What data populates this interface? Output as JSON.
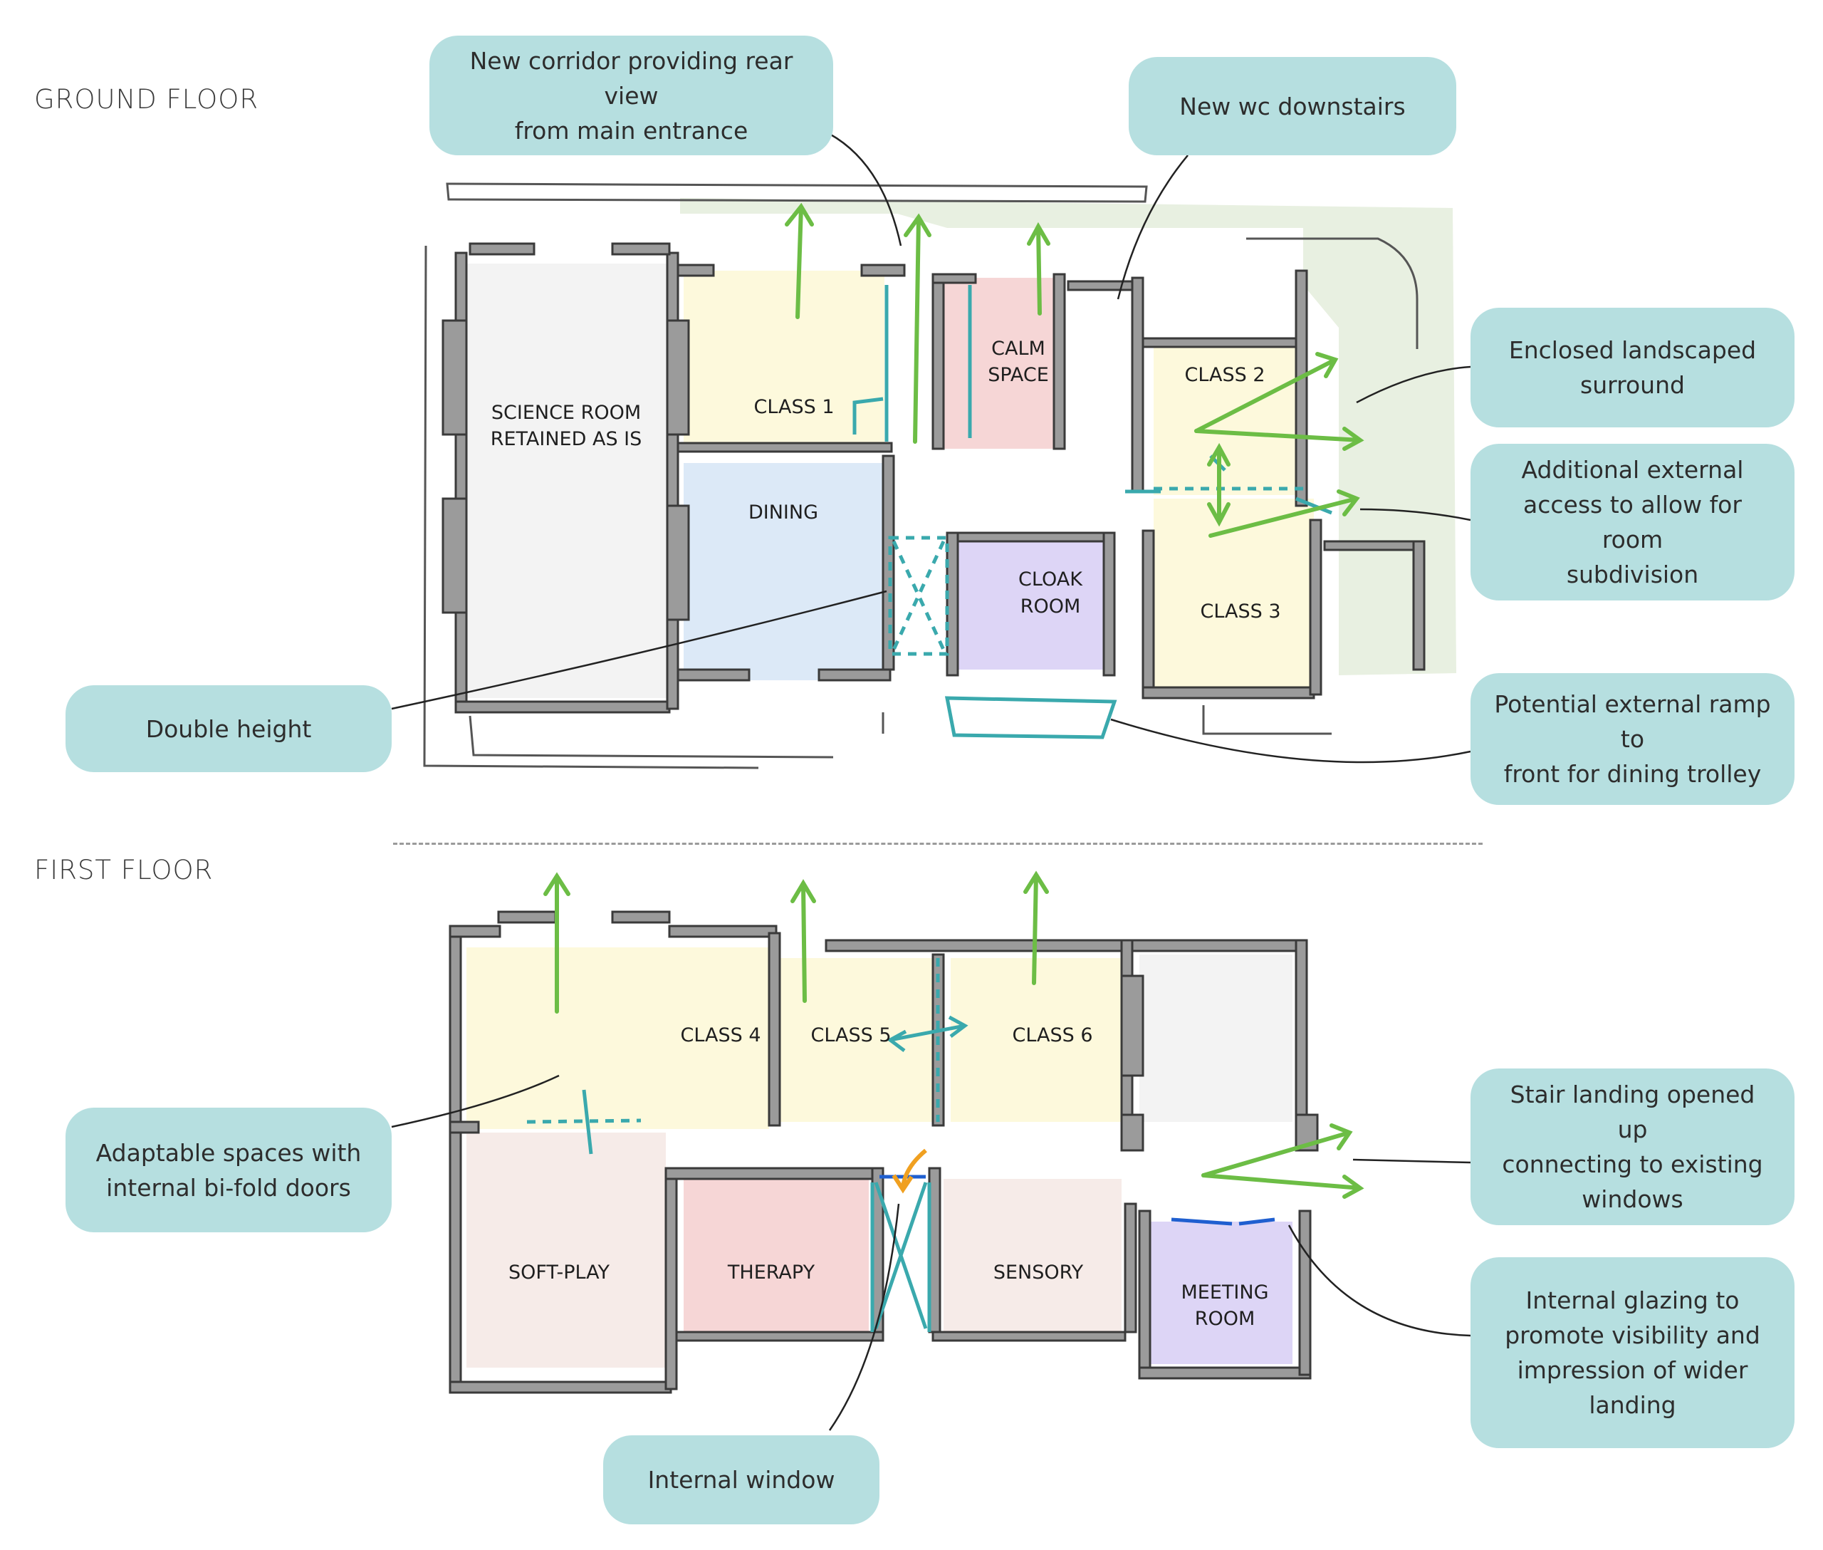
{
  "floors": {
    "ground": "GROUND FLOOR",
    "first": "FIRST FLOOR"
  },
  "callouts": {
    "corridor": "New corridor providing rear view\nfrom main entrance",
    "wc": "New wc downstairs",
    "landscaped": "Enclosed landscaped\nsurround",
    "external_access": "Additional external\naccess to allow for room\nsubdivision",
    "double_height": "Double height",
    "ramp": "Potential external ramp to\nfront for dining trolley",
    "adaptable": "Adaptable spaces with\ninternal bi-fold doors",
    "stair_landing": "Stair landing opened up\nconnecting to existing\nwindows",
    "internal_glazing": "Internal glazing to\npromote visibility and\nimpression of wider\nlanding",
    "internal_window": "Internal window"
  },
  "rooms": {
    "science_1": "SCIENCE ROOM",
    "science_2": "RETAINED AS IS",
    "class1": "CLASS 1",
    "calm_1": "CALM",
    "calm_2": "SPACE",
    "class2": "CLASS 2",
    "dining": "DINING",
    "cloak_1": "CLOAK",
    "cloak_2": "ROOM",
    "class3": "CLASS 3",
    "class4": "CLASS 4",
    "class5": "CLASS 5",
    "class6": "CLASS 6",
    "softplay": "SOFT-PLAY",
    "therapy": "THERAPY",
    "sensory": "SENSORY",
    "meeting_1": "MEETING",
    "meeting_2": "ROOM"
  },
  "colors": {
    "callout_bg": "#b6dfe0",
    "wall": "#9b9b9b",
    "class_fill": "#fdf9dc",
    "dining_fill": "#dce9f7",
    "calm_fill": "#f6d6d6",
    "cloak_fill": "#ddd5f6",
    "science_fill": "#f3f3f3",
    "softplay_fill": "#f6ebe8",
    "therapy_fill": "#f6d6d6",
    "meeting_fill": "#ddd5f6",
    "landscape_fill": "#e8f0e1",
    "arrow_green": "#6cbd45",
    "door_teal": "#3aa9ad",
    "glazing_blue": "#1f5fd0",
    "window_orange": "#f0a020"
  }
}
